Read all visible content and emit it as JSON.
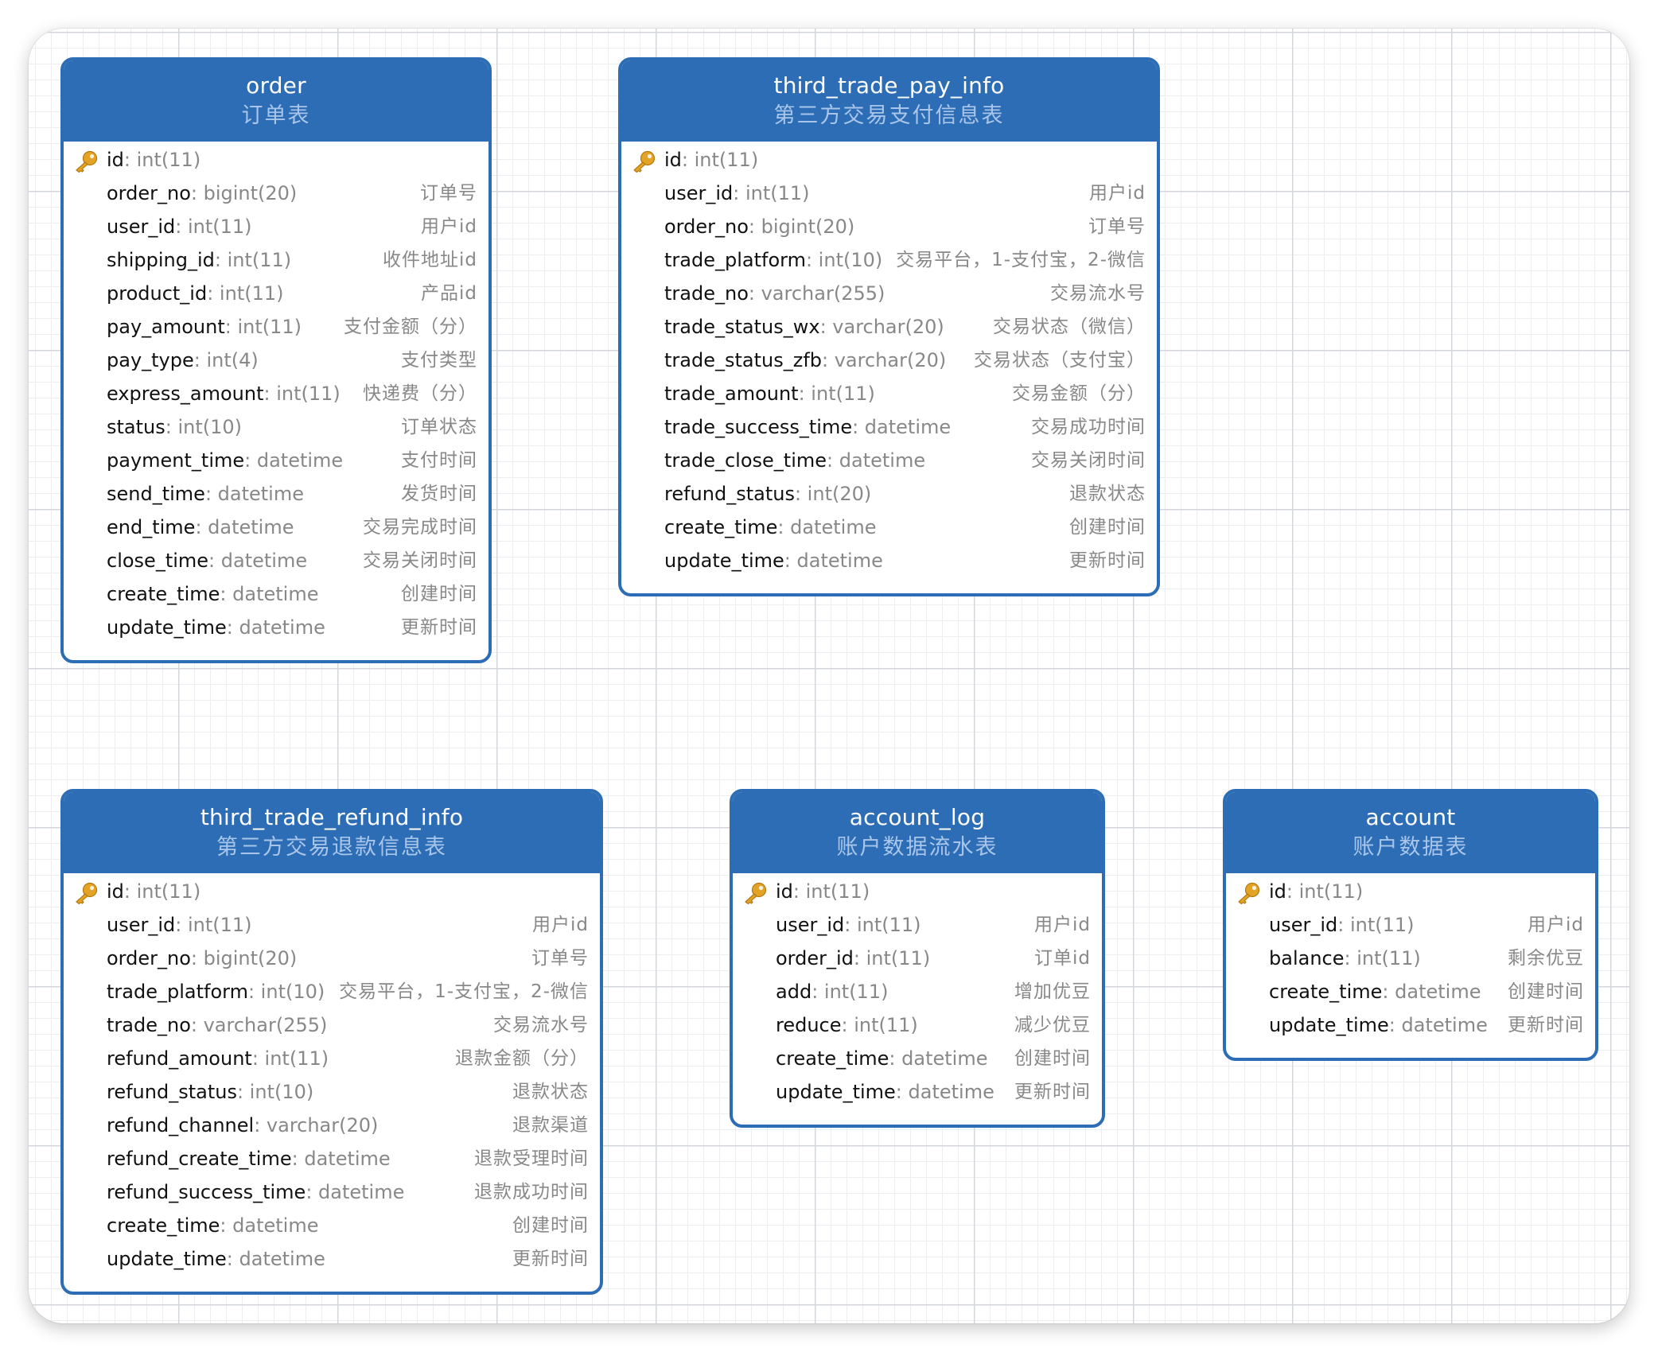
{
  "colors": {
    "header_bg": "#2d6db5",
    "header_title": "#ffffff",
    "header_subtitle": "#a9c6ea",
    "field_name": "#111111",
    "field_type": "#888888",
    "comment": "#888888",
    "key_icon": "#e3a325"
  },
  "tables": [
    {
      "id": "order",
      "name": "order",
      "comment": "订单表",
      "fields": [
        {
          "name": "id",
          "type": ": int(11)",
          "comment": "",
          "pk": true
        },
        {
          "name": "order_no",
          "type": ": bigint(20)",
          "comment": "订单号"
        },
        {
          "name": "user_id",
          "type": ": int(11)",
          "comment": "用户id"
        },
        {
          "name": "shipping_id",
          "type": ": int(11)",
          "comment": "收件地址id"
        },
        {
          "name": "product_id",
          "type": ": int(11)",
          "comment": "产品id"
        },
        {
          "name": "pay_amount",
          "type": ": int(11)",
          "comment": "支付金额（分）"
        },
        {
          "name": "pay_type",
          "type": ": int(4)",
          "comment": "支付类型"
        },
        {
          "name": "express_amount",
          "type": ": int(11)",
          "comment": "快递费（分）"
        },
        {
          "name": "status",
          "type": ": int(10)",
          "comment": "订单状态"
        },
        {
          "name": "payment_time",
          "type": ": datetime",
          "comment": "支付时间"
        },
        {
          "name": "send_time",
          "type": ": datetime",
          "comment": "发货时间"
        },
        {
          "name": "end_time",
          "type": ": datetime",
          "comment": "交易完成时间"
        },
        {
          "name": "close_time",
          "type": ": datetime",
          "comment": "交易关闭时间"
        },
        {
          "name": "create_time",
          "type": ": datetime",
          "comment": "创建时间"
        },
        {
          "name": "update_time",
          "type": ": datetime",
          "comment": "更新时间"
        }
      ]
    },
    {
      "id": "third_trade_pay_info",
      "name": "third_trade_pay_info",
      "comment": "第三方交易支付信息表",
      "fields": [
        {
          "name": "id",
          "type": ": int(11)",
          "comment": "",
          "pk": true
        },
        {
          "name": "user_id",
          "type": ": int(11)",
          "comment": "用户id"
        },
        {
          "name": "order_no",
          "type": ": bigint(20)",
          "comment": "订单号"
        },
        {
          "name": "trade_platform",
          "type": ": int(10)",
          "comment": "交易平台，1-支付宝，2-微信"
        },
        {
          "name": "trade_no",
          "type": ": varchar(255)",
          "comment": "交易流水号"
        },
        {
          "name": "trade_status_wx",
          "type": ": varchar(20)",
          "comment": "交易状态（微信）"
        },
        {
          "name": "trade_status_zfb",
          "type": ": varchar(20)",
          "comment": "交易状态（支付宝）"
        },
        {
          "name": "trade_amount",
          "type": ": int(11)",
          "comment": "交易金额（分）"
        },
        {
          "name": "trade_success_time",
          "type": ": datetime",
          "comment": "交易成功时间"
        },
        {
          "name": "trade_close_time",
          "type": ": datetime",
          "comment": "交易关闭时间"
        },
        {
          "name": "refund_status",
          "type": ": int(20)",
          "comment": "退款状态"
        },
        {
          "name": "create_time",
          "type": ": datetime",
          "comment": "创建时间"
        },
        {
          "name": "update_time",
          "type": ": datetime",
          "comment": "更新时间"
        }
      ]
    },
    {
      "id": "third_trade_refund_info",
      "name": "third_trade_refund_info",
      "comment": "第三方交易退款信息表",
      "fields": [
        {
          "name": "id",
          "type": ": int(11)",
          "comment": "",
          "pk": true
        },
        {
          "name": "user_id",
          "type": ": int(11)",
          "comment": "用户id"
        },
        {
          "name": "order_no",
          "type": ": bigint(20)",
          "comment": "订单号"
        },
        {
          "name": "trade_platform",
          "type": ": int(10)",
          "comment": "交易平台，1-支付宝，2-微信"
        },
        {
          "name": "trade_no",
          "type": ": varchar(255)",
          "comment": "交易流水号"
        },
        {
          "name": "refund_amount",
          "type": ": int(11)",
          "comment": "退款金额（分）"
        },
        {
          "name": "refund_status",
          "type": ": int(10)",
          "comment": "退款状态"
        },
        {
          "name": "refund_channel",
          "type": ": varchar(20)",
          "comment": "退款渠道"
        },
        {
          "name": "refund_create_time",
          "type": ": datetime",
          "comment": "退款受理时间"
        },
        {
          "name": "refund_success_time",
          "type": ": datetime",
          "comment": "退款成功时间"
        },
        {
          "name": "create_time",
          "type": ": datetime",
          "comment": "创建时间"
        },
        {
          "name": "update_time",
          "type": ": datetime",
          "comment": "更新时间"
        }
      ]
    },
    {
      "id": "account_log",
      "name": "account_log",
      "comment": "账户数据流水表",
      "fields": [
        {
          "name": "id",
          "type": ": int(11)",
          "comment": "",
          "pk": true
        },
        {
          "name": "user_id",
          "type": ": int(11)",
          "comment": "用户id"
        },
        {
          "name": "order_id",
          "type": ": int(11)",
          "comment": "订单id"
        },
        {
          "name": "add",
          "type": ": int(11)",
          "comment": "增加优豆"
        },
        {
          "name": "reduce",
          "type": ": int(11)",
          "comment": "减少优豆"
        },
        {
          "name": "create_time",
          "type": ": datetime",
          "comment": "创建时间"
        },
        {
          "name": "update_time",
          "type": ": datetime",
          "comment": "更新时间"
        }
      ]
    },
    {
      "id": "account",
      "name": "account",
      "comment": "账户数据表",
      "fields": [
        {
          "name": "id",
          "type": ": int(11)",
          "comment": "",
          "pk": true
        },
        {
          "name": "user_id",
          "type": ": int(11)",
          "comment": "用户id"
        },
        {
          "name": "balance",
          "type": ": int(11)",
          "comment": "剩余优豆"
        },
        {
          "name": "create_time",
          "type": ": datetime",
          "comment": "创建时间"
        },
        {
          "name": "update_time",
          "type": ": datetime",
          "comment": "更新时间"
        }
      ]
    }
  ]
}
